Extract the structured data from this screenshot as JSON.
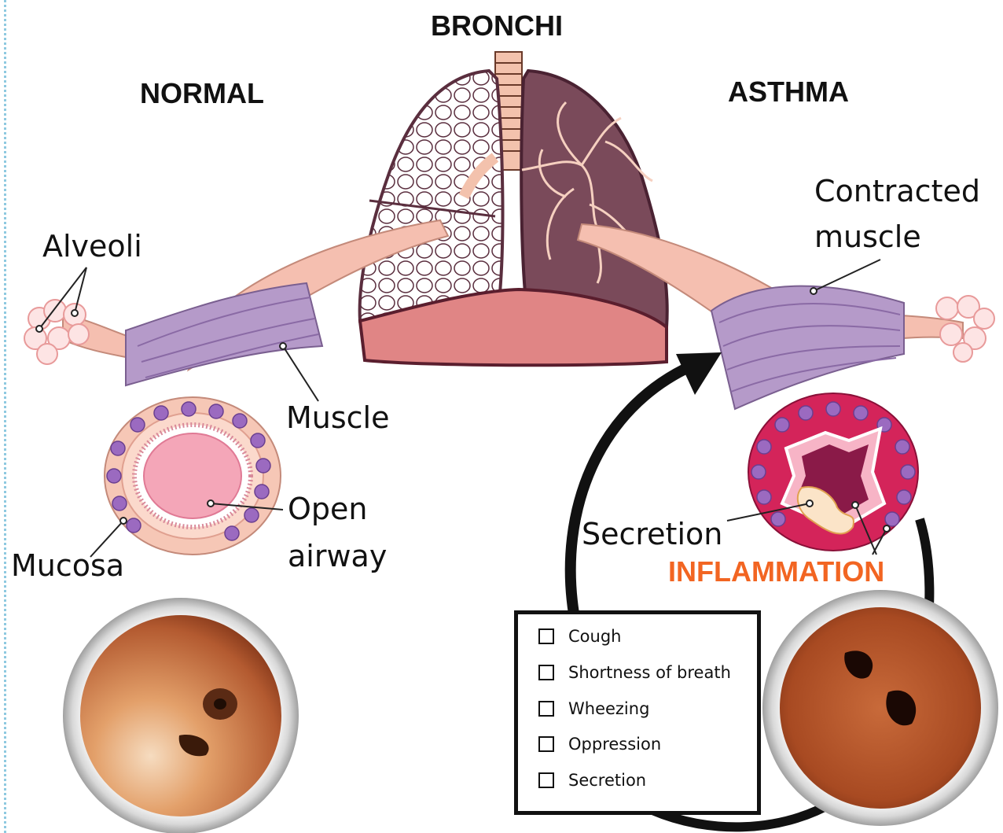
{
  "titles": {
    "bronchi": "BRONCHI",
    "normal": "NORMAL",
    "asthma": "ASTHMA"
  },
  "labels": {
    "alveoli": "Alveoli",
    "muscle": "Muscle",
    "open_airway_line1": "Open",
    "open_airway_line2": "airway",
    "mucosa": "Mucosa",
    "contracted_line1": "Contracted",
    "contracted_line2": "muscle",
    "secretion": "Secretion",
    "inflammation": "INFLAMMATION"
  },
  "symptoms": [
    "Cough",
    "Shortness of breath",
    "Wheezing",
    "Oppression",
    "Secretion"
  ],
  "colors": {
    "inflammation": "#f26522",
    "muscle": "#b59ac9",
    "tissue": "#f3b9a6",
    "lung_dark": "#7a4a5a",
    "asthma_wall": "#d4245a",
    "diaphragm": "#e08585"
  }
}
